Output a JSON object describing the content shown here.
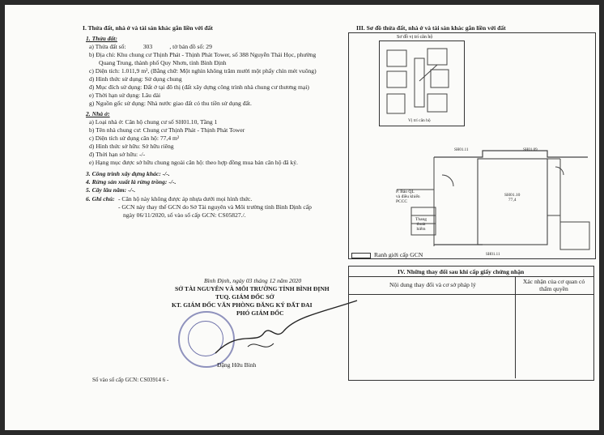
{
  "left": {
    "header": "I. Thửa đất, nhà ở và tài sản khác gắn liền với đất",
    "land_title": "1. Thửa đất:",
    "land_a_pre": "a) Thửa đất số:",
    "land_a_num": "303",
    "land_a_post": ", tờ bản đồ số: 29",
    "land_b1": "b) Địa chỉ: Khu chung cư Thịnh Phát - Thịnh Phát Tower, số 388 Nguyễn Thái Học, phường",
    "land_b2": "Quang Trung, thành phố Quy Nhơn, tỉnh Bình Định",
    "land_c": "c) Diện tích: 1.011,9 m², (Bằng chữ: Một nghìn không trăm mười một phẩy chín mét vuông)",
    "land_d": "d) Hình thức sử dụng: Sử dụng chung",
    "land_dd": "đ) Mục đích sử dụng: Đất ở tại đô thị (đất xây dựng công trình nhà chung cư thương mại)",
    "land_e": "e) Thời hạn sử dụng: Lâu dài",
    "land_g": "g) Nguồn gốc sử dụng: Nhà nước giao đất có thu tiền sử dụng đất.",
    "house_title": "2. Nhà ở:",
    "house_a": "a) Loại nhà ở: Căn hộ chung cư số SH01.10, Tầng 1",
    "house_b": "b) Tên nhà chung cư: Chung cư Thịnh Phát - Thịnh Phát Tower",
    "house_c": "c) Diện tích sử dụng căn hộ: 77,4 m²",
    "house_d": "d) Hình thức sở hữu: Sở hữu riêng",
    "house_dd": "đ) Thời hạn sở hữu: -/-",
    "house_e": "e) Hạng mục được sở hữu chung ngoài căn hộ: theo hợp đồng mua bán căn hộ đã ký.",
    "item3": "3. Công trình xây dựng khác: -/-.",
    "item4": "4. Rừng sản xuất là rừng trồng: -/-.",
    "item5": "5. Cây lâu năm: -/-.",
    "item6_label": "6. Ghi chú:",
    "item6_a": "- Căn hộ này không được áp nhựa dưới mọi hình thức.",
    "item6_b1": "- GCN này thay thế GCN do Sở Tài nguyên và Môi trường tỉnh Bình Định cấp",
    "item6_b2": "ngày 06/11/2020, số vào sổ cấp GCN: CS05827./.",
    "date_line": "Bình Định, ngày 03 tháng 12 năm 2020",
    "org1": "SỞ TÀI NGUYÊN VÀ MÔI TRƯỜNG TỈNH BÌNH ĐỊNH",
    "org2": "TUQ. GIÁM ĐỐC SỞ",
    "org3": "KT. GIÁM ĐỐC VĂN PHÒNG ĐĂNG KÝ ĐẤT ĐAI",
    "org4": "PHÓ GIÁM ĐỐC",
    "signer": "Đặng Hữu Bình",
    "book_no": "Số vào sổ cấp GCN:   CS03914 6 -"
  },
  "right": {
    "header": "III. Sơ đồ thửa đất, nhà ở và tài sản khác gắn liền với đất",
    "site_caption": "Sơ đồ vị trí căn hộ",
    "site_sub": "Vị trí căn hộ",
    "plan_labels": {
      "left_room": "P. Bảo QL\nvà điều khiển\nPCCC",
      "stair": "Thang\nthoát\nhiểm",
      "unit_main": "SH01.10\n77,4",
      "unit_top1": "SH01.11",
      "unit_top2": "SH01.09",
      "unit_bottom": "SH01.11"
    },
    "legend": "Ranh giới cấp GCN",
    "table_title": "IV. Những thay đổi sau khi cấp giấy chứng nhận",
    "col1": "Nội dung thay đổi và cơ sở pháp lý",
    "col2": "Xác nhận của cơ quan có thẩm quyền"
  }
}
